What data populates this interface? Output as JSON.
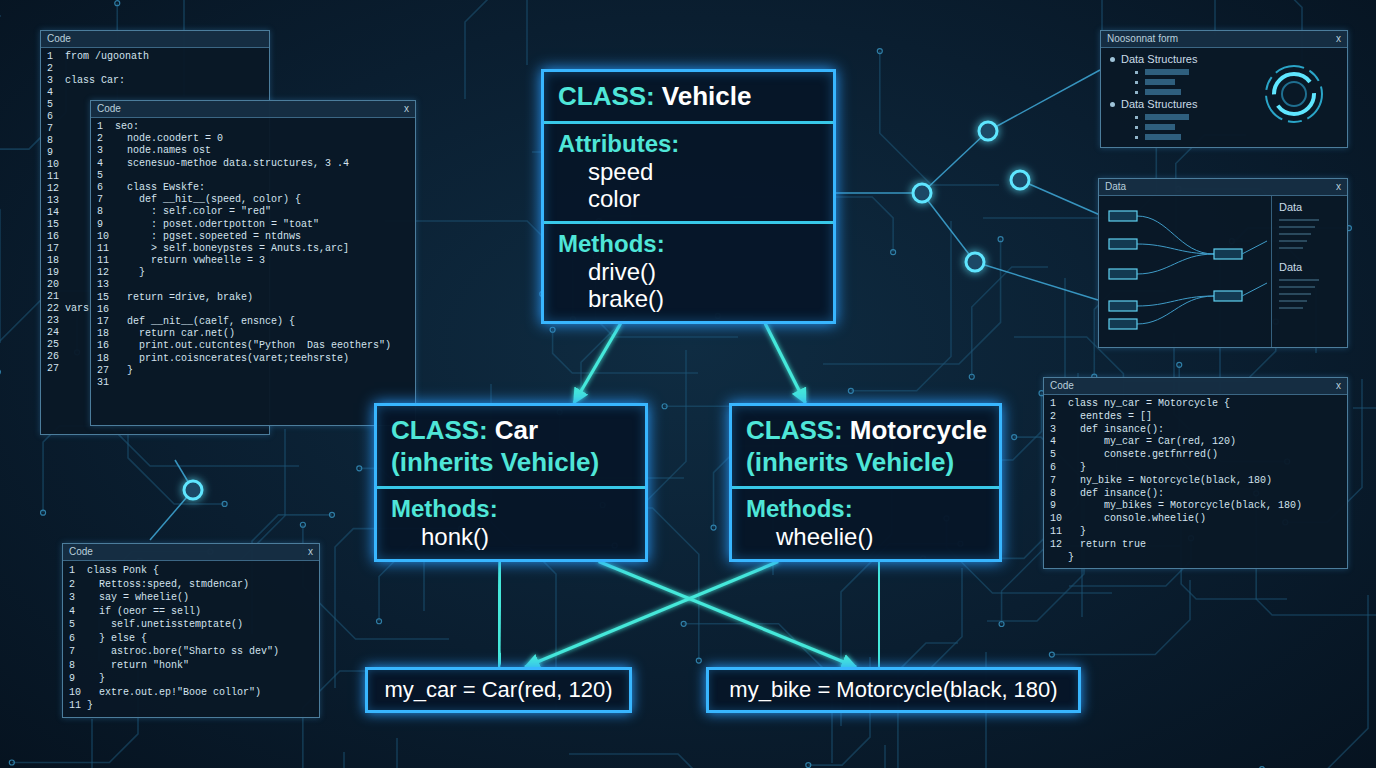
{
  "diagram": {
    "nodes": [
      {
        "text": [
          "Code",
          "1  from /ugoonath",
          "2",
          "3  class Car:",
          "4",
          "5",
          "6",
          "7",
          "8",
          "9",
          "10",
          "11",
          "12",
          "13",
          "14",
          "15",
          "16",
          "17",
          "18",
          "19",
          "20",
          "21",
          "22 vars",
          "23",
          "24",
          "25",
          "26",
          "27"
        ]
      },
      {
        "text": [
          "Code",
          "x",
          "1  seo:",
          "2    node.coodert = 0",
          "3    node.names ost",
          "4    scenesuo-methoe data.structures, 3 .4",
          "5",
          "6    class Ewskfe:",
          "7      def __hit__(speed, color) {",
          "8        : self.color = \"red\"",
          "9        : poset.odertpotton = \"toat\"",
          "10       : pgset.sopeeted = ntdnws",
          "11       > self.boneypstes = Anuts.ts,arc]",
          "11       return vwheelle = 3",
          "12     }",
          "13",
          "15   return =drive, brake)",
          "16",
          "17   def __nit__(caelf, ensnce) {",
          "18     return car.net()",
          "16     print.out.cutcntes(\"Python  Das eeothers\")",
          "18     print.coisncerates(varet;teehsrste)",
          "27   }",
          "31"
        ]
      },
      {
        "text": [
          "Code",
          "x",
          "1  class Ponk {",
          "2    Rettoss:speed, stmdencar)",
          "3    say = wheelie()",
          "4    if (oeor == sell)",
          "5      self.unetisstemptate()",
          "6    } else {",
          "7      astroc.bore(\"Sharto ss dev\")",
          "8      return \"honk\"",
          "9    }",
          "10   extre.out.ep!\"Booe collor\")",
          "11 }"
        ]
      },
      {
        "text": [
          "Noosonnat form",
          "x",
          "Data Structures",
          "Data Structures"
        ]
      },
      {
        "text": [
          "Data",
          "x",
          "Data",
          "Data"
        ]
      },
      {
        "text": [
          "Code",
          "x",
          "1  class ny_car = Motorcycle {",
          "2    eentdes = []",
          "3    def insance():",
          "4        my_car = Car(red, 120)",
          "5        consete.getfnrred()",
          "6    }",
          "7    ny_bike = Notorcycle(black, 180)",
          "8    def insance():",
          "9        my_bikes = Motorcycle(black, 180)",
          "10       console.wheelie()",
          "11   }",
          "12   return true",
          "   }"
        ]
      },
      {
        "text": [
          "CLASS:",
          "Vehicle",
          "Attributes:",
          "speed",
          "color",
          "Methods:",
          "drive()",
          "brake()"
        ]
      },
      {
        "text": [
          "CLASS:",
          "Car",
          "(inherits Vehicle)",
          "Methods:",
          "honk()"
        ]
      },
      {
        "text": [
          "CLASS:",
          "Motorcycle",
          "(inherits Vehicle)",
          "Methods:",
          "wheelie()"
        ]
      },
      {
        "text": [
          "my_car = Car(red, 120)"
        ]
      },
      {
        "text": [
          "my_bike = Motorcycle(black, 180)"
        ]
      }
    ],
    "edges": [
      {
        "from": 6,
        "to": 7,
        "arrow": "to"
      },
      {
        "from": 6,
        "to": 8,
        "arrow": "to"
      },
      {
        "from": 7,
        "to": 9,
        "arrow": "to"
      },
      {
        "from": 7,
        "to": 10,
        "arrow": "to"
      },
      {
        "from": 8,
        "to": 9,
        "arrow": "to"
      },
      {
        "from": 8,
        "to": 10,
        "arrow": "to"
      },
      {
        "from": 9,
        "to": 10,
        "arrow": "to"
      }
    ]
  }
}
